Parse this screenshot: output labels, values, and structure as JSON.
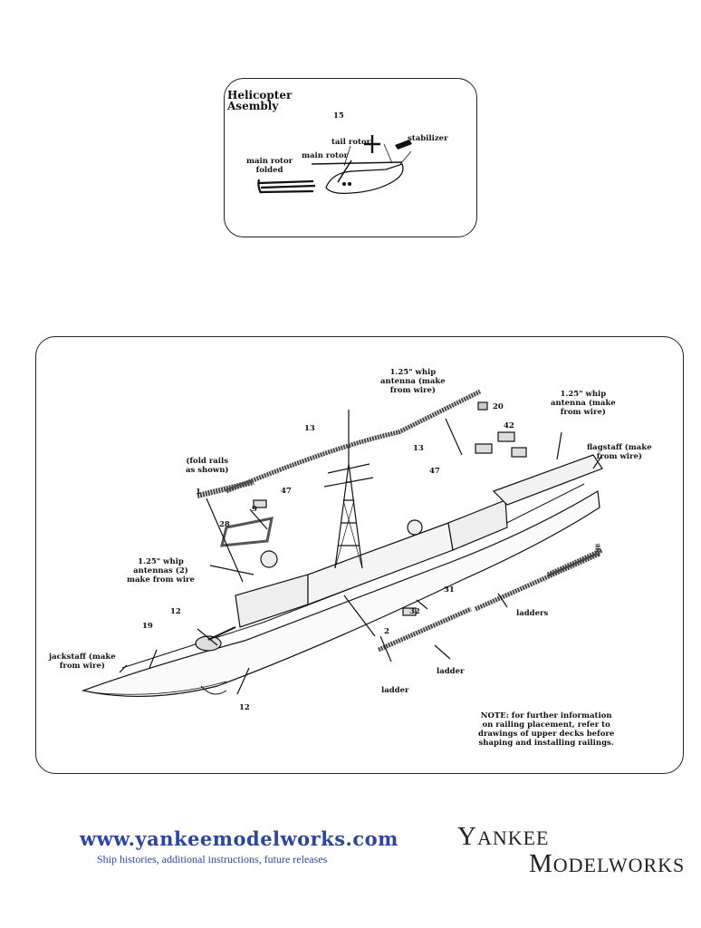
{
  "heli": {
    "title_line1": "Helicopter",
    "title_line2": "Asembly",
    "part_number": "15",
    "labels": {
      "tail_rotor": "tail rotor",
      "stabilizer": "stabilizer",
      "main_rotor": "main rotor",
      "main_rotor_folded_1": "main rotor",
      "main_rotor_folded_2": "folded"
    }
  },
  "ship": {
    "callouts": {
      "whip_top_1": "1.25\" whip",
      "whip_top_2": "antenna (make",
      "whip_top_3": "from wire)",
      "whip_right_1": "1.25\" whip",
      "whip_right_2": "antenna (make",
      "whip_right_3": "from wire)",
      "flagstaff_1": "flagstaff (make",
      "flagstaff_2": "from wire)",
      "fold_rails_1": "(fold rails",
      "fold_rails_2": "as shown)",
      "whip_left_1": "1.25\" whip",
      "whip_left_2": "antennas (2)",
      "whip_left_3": "make from wire",
      "jackstaff_1": "jackstaff (make",
      "jackstaff_2": "from wire)",
      "ladders": "ladders",
      "ladder_1": "ladder",
      "ladder_2": "ladder"
    },
    "part_numbers": {
      "p20": "20",
      "p13a": "13",
      "p13b": "13",
      "p42": "42",
      "p47a": "47",
      "p47b": "47",
      "p1": "1",
      "p9": "9",
      "p28": "28",
      "p12a": "12",
      "p12b": "12",
      "p19": "19",
      "p31": "31",
      "p32": "32",
      "p2": "2"
    },
    "note_1": "NOTE: for further information",
    "note_2": "on railing placement, refer to",
    "note_3": "drawings of upper decks before",
    "note_4": "shaping and installing railings."
  },
  "footer": {
    "url": "www.yankeemodelworks.com",
    "tagline": "Ship histories, additional instructions, future releases",
    "logo_line1_cap": "Y",
    "logo_line1_rest": "ANKEE",
    "logo_line2_cap": "M",
    "logo_line2_rest": "ODELWORKS"
  }
}
